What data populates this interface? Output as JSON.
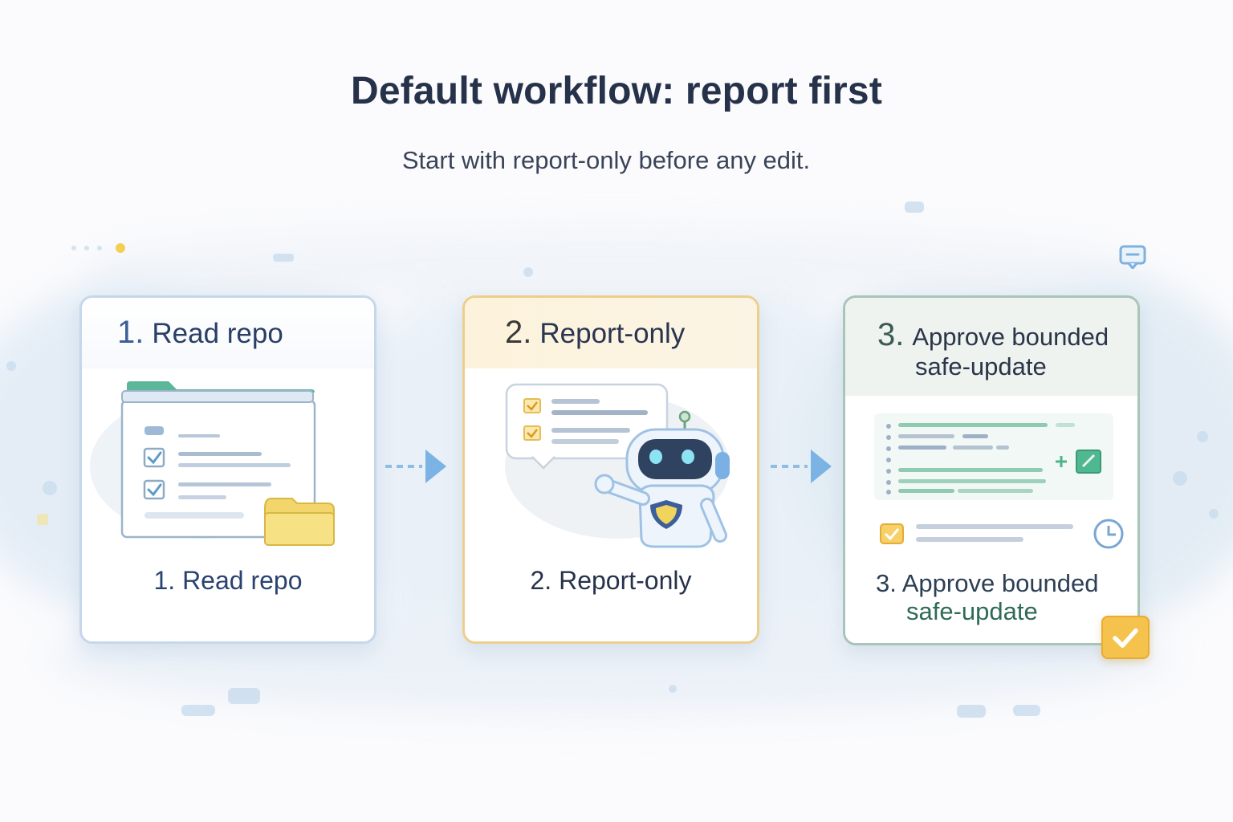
{
  "title": "Default workflow: report first",
  "subtitle": "Start with report-only before any edit.",
  "colors": {
    "blue_accent": "#6fa8dc",
    "yellow_accent": "#f5c24e",
    "green_accent": "#5fb892",
    "card1_border": "#c5d7ec",
    "card2_border": "#edcf8c",
    "card3_border": "#a8c5b8"
  },
  "steps": [
    {
      "head_num": "1.",
      "head_text": "Read repo",
      "foot": "1. Read repo",
      "icon": "folder-document-icon"
    },
    {
      "head_num": "2.",
      "head_text": "Report-only",
      "foot": "2. Report-only",
      "icon": "robot-report-icon"
    },
    {
      "head_num": "3.",
      "head_line1": "Approve bounded",
      "head_line2": "safe-update",
      "foot_line1": "3. Approve bounded",
      "foot_line2": "safe-update",
      "icon": "code-diff-approve-icon"
    }
  ]
}
